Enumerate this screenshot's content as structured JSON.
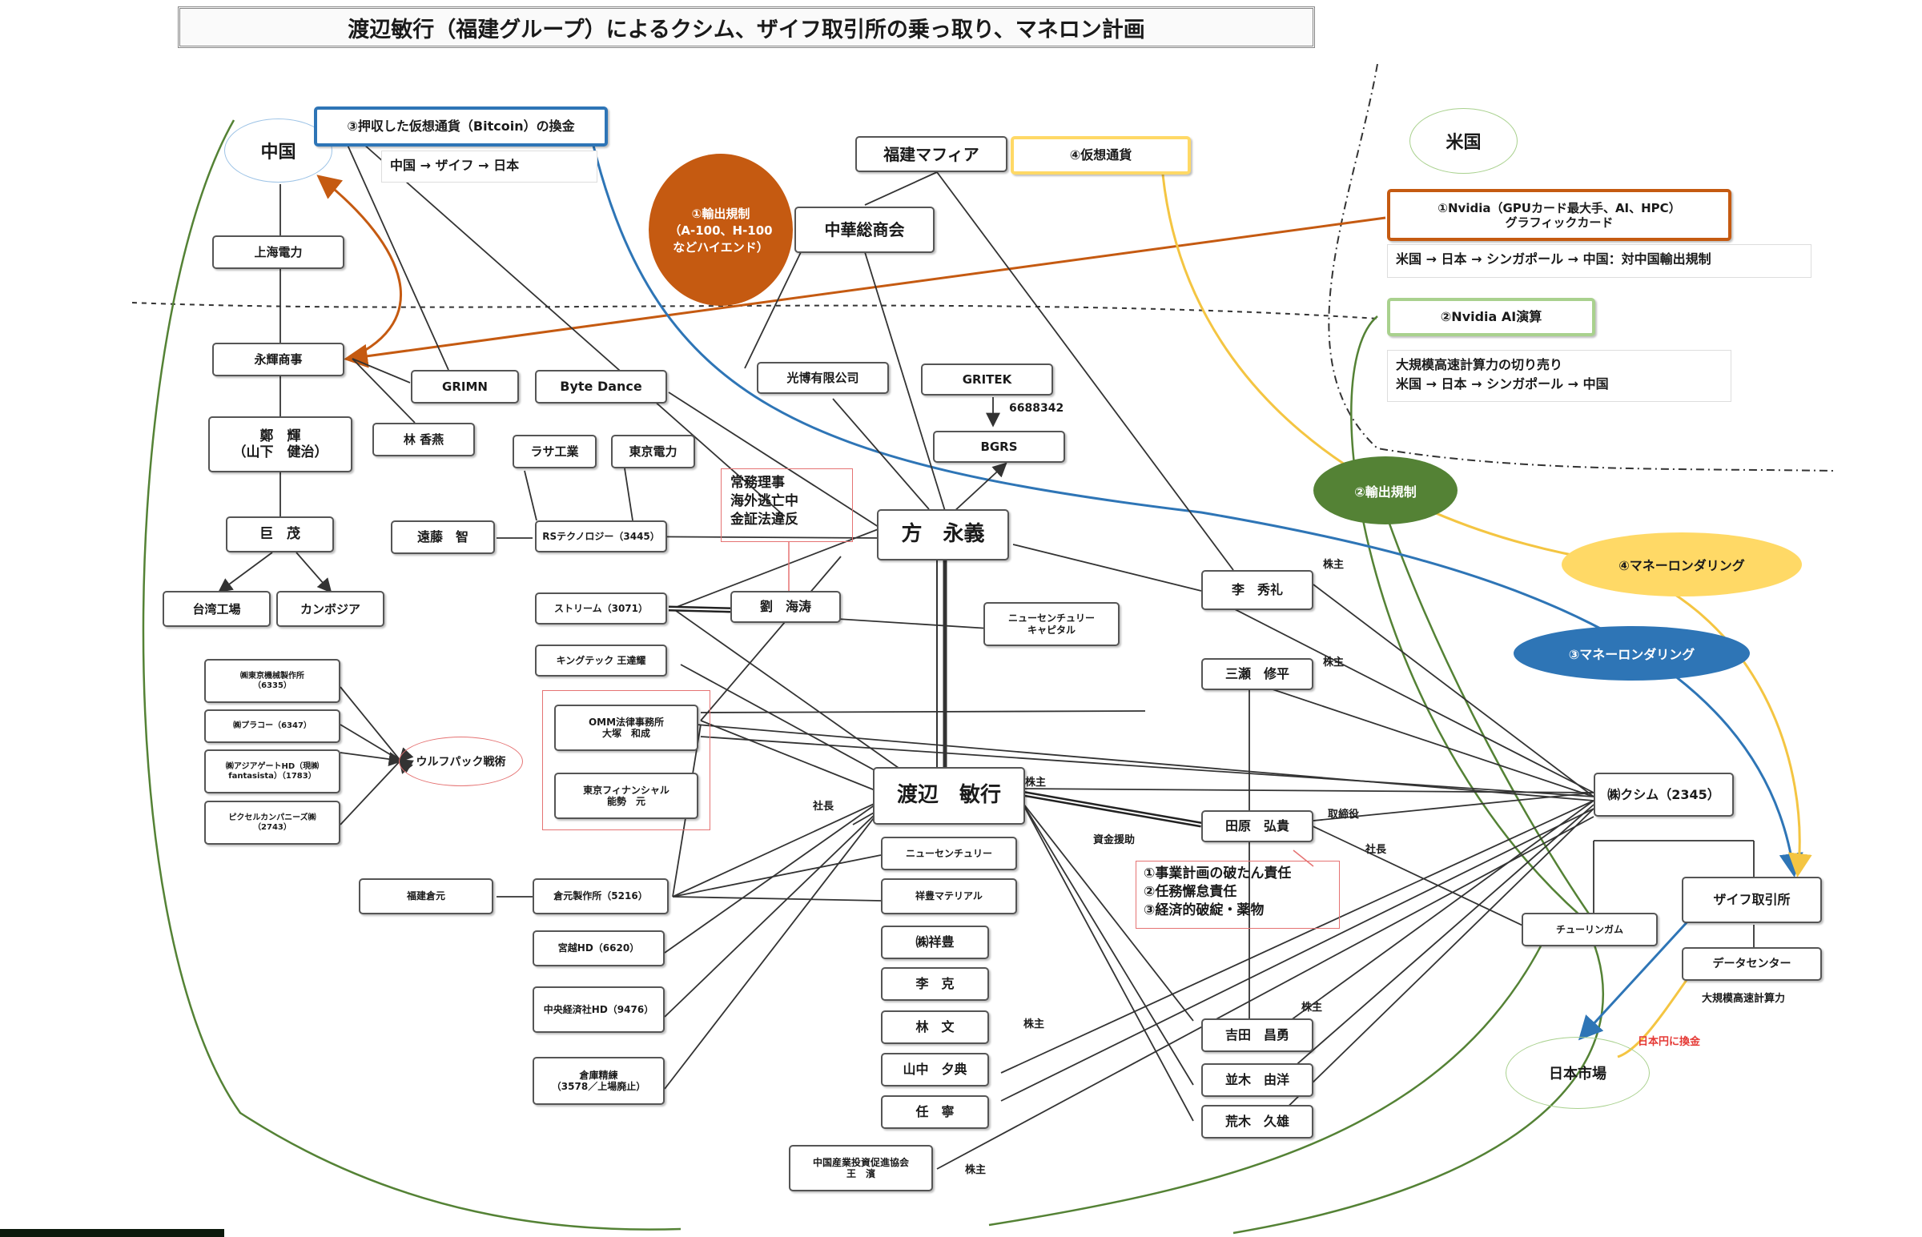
{
  "title": "渡辺敏行（福建グループ）によるクシム、ザイフ取引所の乗っ取り、マネロン計画",
  "regions": {
    "china": "中国",
    "usa": "米国",
    "japan_market": "日本市場"
  },
  "callouts": {
    "bitcoin_title": "③押収した仮想通貨（Bitcoin）の換金",
    "bitcoin_route": "中国 → ザイフ → 日本",
    "crypto4": "④仮想通貨",
    "export_ctrl1": "①輸出規制\n（A-100、H-100などハイエンド）",
    "nvidia1_title": "①Nvidia（GPUカード最大手、AI、HPC）\nグラフィックカード",
    "nvidia1_route": "米国 → 日本 → シンガポール → 中国：対中国輸出規制",
    "nvidia2_title": "②Nvidia AI演算",
    "nvidia2_route": "大規模高速計算力の切り売り\n米国 → 日本 → シンガポール → 中国",
    "export_ctrl2": "②輸出規制",
    "ml4": "④マネーロンダリング",
    "ml3": "③マネーロンダリング",
    "wolfpack": "ウルフパック戦術",
    "yen_convert": "日本円に換金",
    "datacenter_note": "大規模高速計算力",
    "official_note": "常務理事\n海外逃亡中\n金証法違反",
    "responsibility": "①事業計画の破たん責任\n②任務懈怠責任\n③経済的破綻・薬物"
  },
  "nodes": {
    "fujian_mafia": "福建マフィア",
    "chinese_chamber": "中華総商会",
    "shanghai_power": "上海電力",
    "yonghui": "永輝商事",
    "tei_ki": "鄭　輝\n（山下　健治）",
    "kyomo": "巨　茂",
    "taiwan_factory": "台湾工場",
    "cambodia": "カンボジア",
    "grimn": "GRIMN",
    "bytedance": "Byte Dance",
    "lin_xiangyan": "林 香燕",
    "kobo": "光博有限公司",
    "gritek": "GRITEK",
    "code_6688342": "6688342",
    "bgrs": "BGRS",
    "lasa": "ラサ工業",
    "tepco": "東京電力",
    "endo": "遠藤　智",
    "rs_tech": "RSテクノロジー（3445）",
    "fang_yongyi": "方　永義",
    "stream": "ストリーム（3071）",
    "liu_haitao": "劉　海涛",
    "new_century_capital": "ニューセンチュリー\nキャピタル",
    "li_xiuli": "李　秀礼",
    "kingtech": "キングテック 王達耀",
    "omm": "OMM法律事務所\n大塚　和成",
    "tokyo_financial": "東京フィナンシャル\n能勢　元",
    "watanabe": "渡辺　敏行",
    "mise": "三瀬　修平",
    "tahara": "田原　弘貴",
    "kushim": "㈱クシム（2345）",
    "zaif": "ザイフ取引所",
    "turing": "チューリンガム",
    "datacenter": "データセンター",
    "tokyo_kikai": "㈱東京機械製作所\n（6335）",
    "plaro": "㈱プラコー（6347）",
    "asia_gate": "㈱アジアゲートHD（現㈱\nfantasista）（1783）",
    "pixel": "ピクセルカンパニーズ㈱\n（2743）",
    "fukken_kuramoto": "福建倉元",
    "kuramoto": "倉元製作所（5216）",
    "new_century": "ニューセンチュリー",
    "shoho": "祥豊マテリアル",
    "miyakoshi": "宮越HD（6620）",
    "chuo_keizai": "中央経済社HD（9476）",
    "kurabo": "倉庫精練\n（3578／上場廃止）",
    "shoho_kk": "㈱祥豊",
    "li_ke": "李　克",
    "lin_wen": "林　文",
    "yamanaka": "山中　夕典",
    "ren_ning": "任　寧",
    "china_promo": "中国産業投資促進協会\n王　濱",
    "yoshida": "吉田　昌勇",
    "namiki": "並木　由洋",
    "araki": "荒木　久雄"
  },
  "edge_labels": {
    "shareholder": "株主",
    "president": "社長",
    "director": "取締役",
    "funding": "資金援助"
  },
  "colors": {
    "orange": "#c55a11",
    "blue": "#2e75b6",
    "yellow": "#ffd966",
    "green": "#548235",
    "lightgreen": "#a9d18e",
    "red": "#e53935"
  }
}
